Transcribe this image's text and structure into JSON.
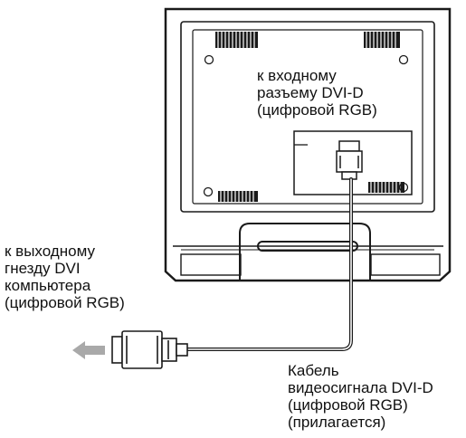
{
  "labels": {
    "input_port": [
      "к входному",
      "разъему DVI-D",
      "(цифровой RGB)"
    ],
    "output_port": [
      "к выходному",
      "гнезду DVI",
      "компьютера",
      "(цифровой RGB)"
    ],
    "cable": [
      "Кабель",
      "видеосигнала DVI-D",
      "(цифровой RGB)",
      "(прилагается)"
    ]
  },
  "colors": {
    "line": "#1a1a1a",
    "vent": "#1a1a1a",
    "arrow": "#a9a9a9",
    "background": "#ffffff"
  },
  "icons": {
    "arrow": "left-arrow-icon",
    "connector_monitor": "dvi-connector-icon",
    "connector_computer": "dvi-plug-icon"
  }
}
